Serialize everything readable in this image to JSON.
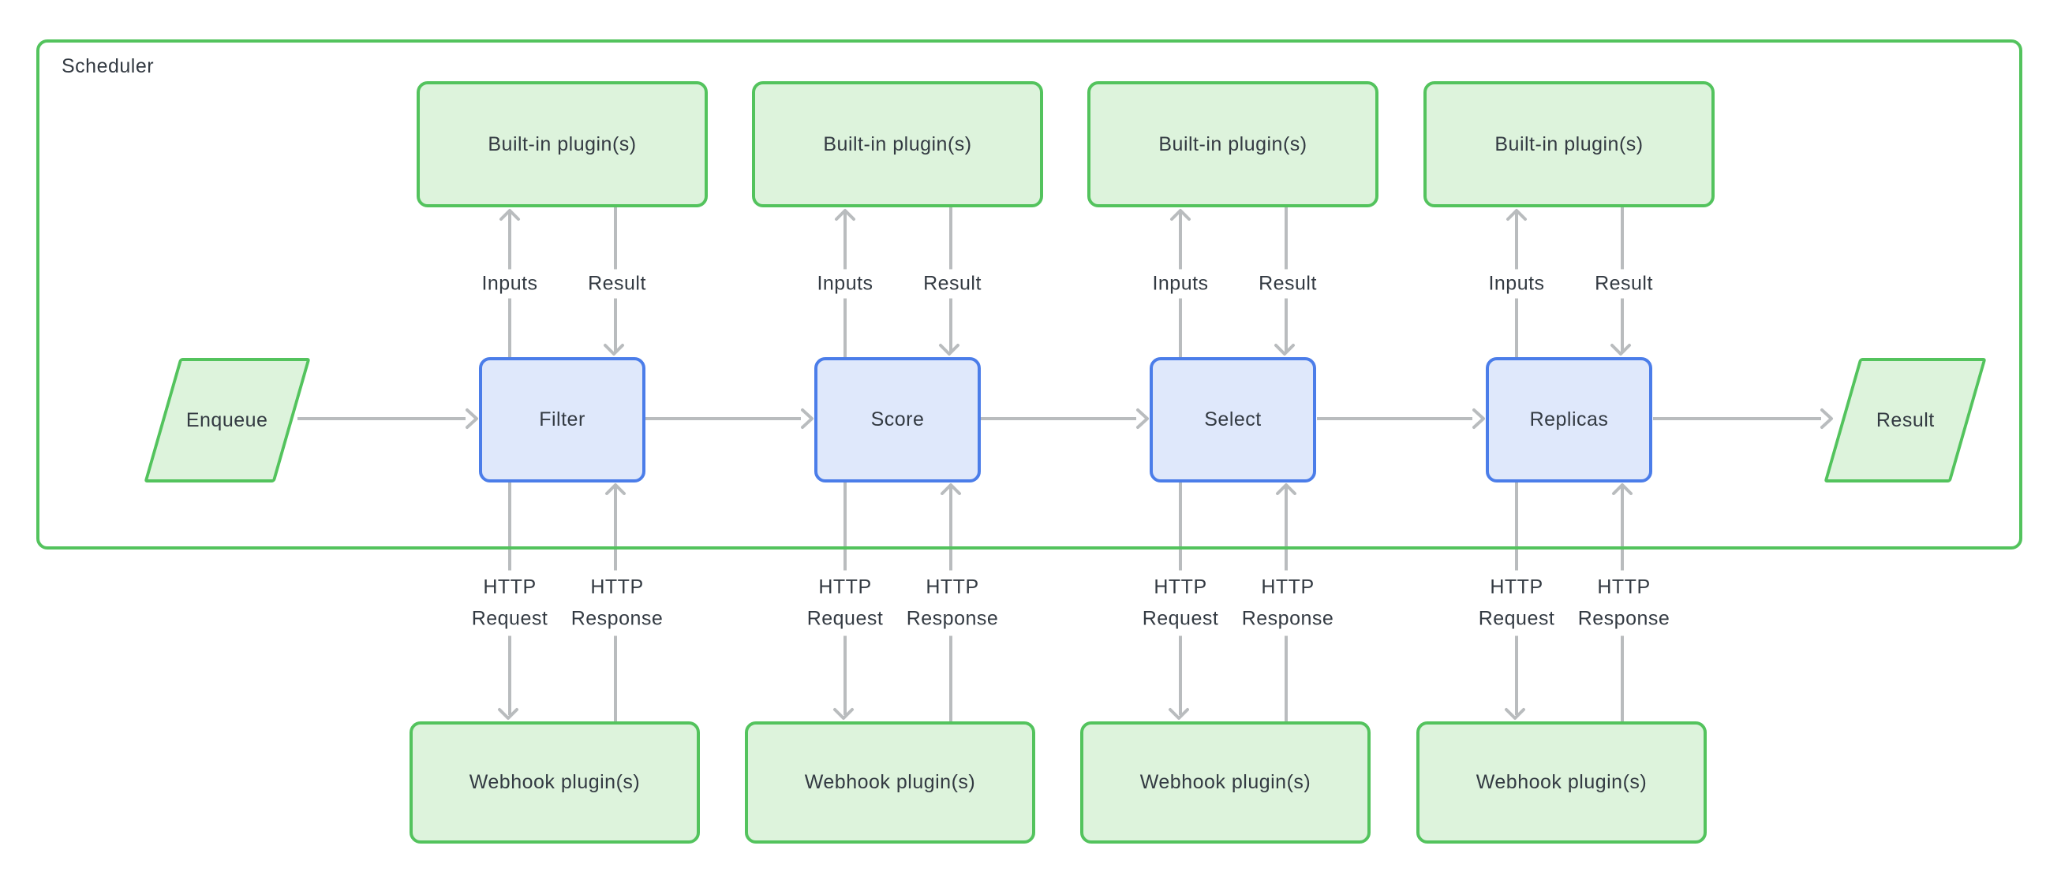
{
  "diagram": {
    "container_label": "Scheduler",
    "source_node": {
      "label": "Enqueue",
      "shape": "parallelogram"
    },
    "sink_node": {
      "label": "Result",
      "shape": "parallelogram"
    },
    "stages": [
      {
        "name": "Filter",
        "builtin_label": "Built-in plugin(s)",
        "webhook_label": "Webhook plugin(s)",
        "inputs_label": "Inputs",
        "result_label": "Result",
        "request_label": "HTTP Request",
        "response_label": "HTTP Response"
      },
      {
        "name": "Score",
        "builtin_label": "Built-in plugin(s)",
        "webhook_label": "Webhook plugin(s)",
        "inputs_label": "Inputs",
        "result_label": "Result",
        "request_label": "HTTP Request",
        "response_label": "HTTP Response"
      },
      {
        "name": "Select",
        "builtin_label": "Built-in plugin(s)",
        "webhook_label": "Webhook plugin(s)",
        "inputs_label": "Inputs",
        "result_label": "Result",
        "request_label": "HTTP Request",
        "response_label": "HTTP Response"
      },
      {
        "name": "Replicas",
        "builtin_label": "Built-in plugin(s)",
        "webhook_label": "Webhook plugin(s)",
        "inputs_label": "Inputs",
        "result_label": "Result",
        "request_label": "HTTP Request",
        "response_label": "HTTP Response"
      }
    ],
    "colors": {
      "green_border": "#53c35d",
      "green_fill": "#ddf3dc",
      "blue_border": "#4b7de9",
      "blue_fill": "#dfe8fb",
      "edge": "#b9bcbe",
      "text": "#333a42"
    }
  }
}
